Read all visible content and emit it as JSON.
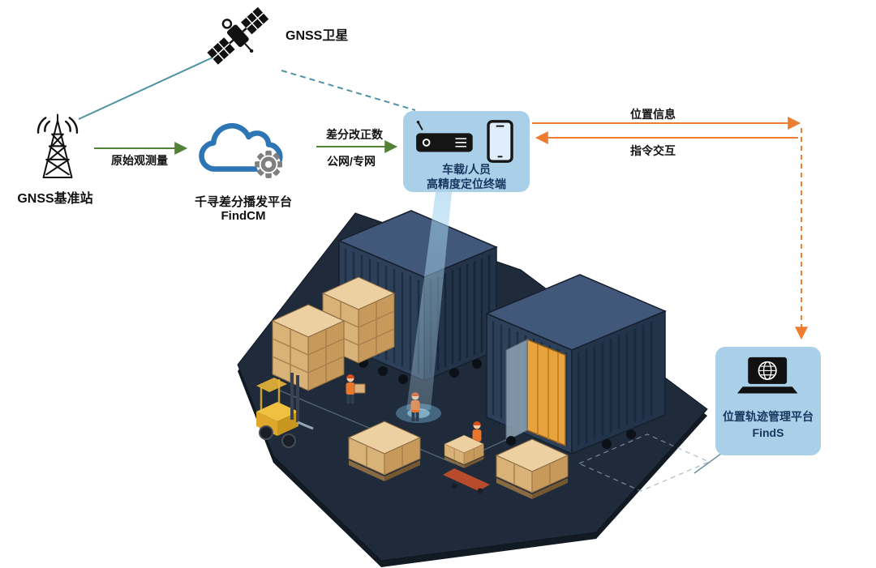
{
  "nodes": {
    "satellite": {
      "label": "GNSS卫星"
    },
    "base_station": {
      "label": "GNSS基准站"
    },
    "cloud": {
      "name": "千寻差分播发平台",
      "product": "FindCM"
    },
    "terminal": {
      "line1": "车载/人员",
      "line2": "高精度定位终端"
    },
    "platform": {
      "name": "位置轨迹管理平台",
      "product": "FindS"
    }
  },
  "links": {
    "raw_observation": "原始观测量",
    "correction_line1": "差分改正数",
    "correction_line2": "公网/专网",
    "position_info": "位置信息",
    "command_interaction": "指令交互"
  },
  "colors": {
    "green": "#538135",
    "teal": "#4f93a3",
    "orange": "#ed7d31",
    "callout": "#a9d0e8",
    "navy": "#17365d",
    "cloud": "#2e75b6",
    "gear": "#7f7f7f"
  }
}
